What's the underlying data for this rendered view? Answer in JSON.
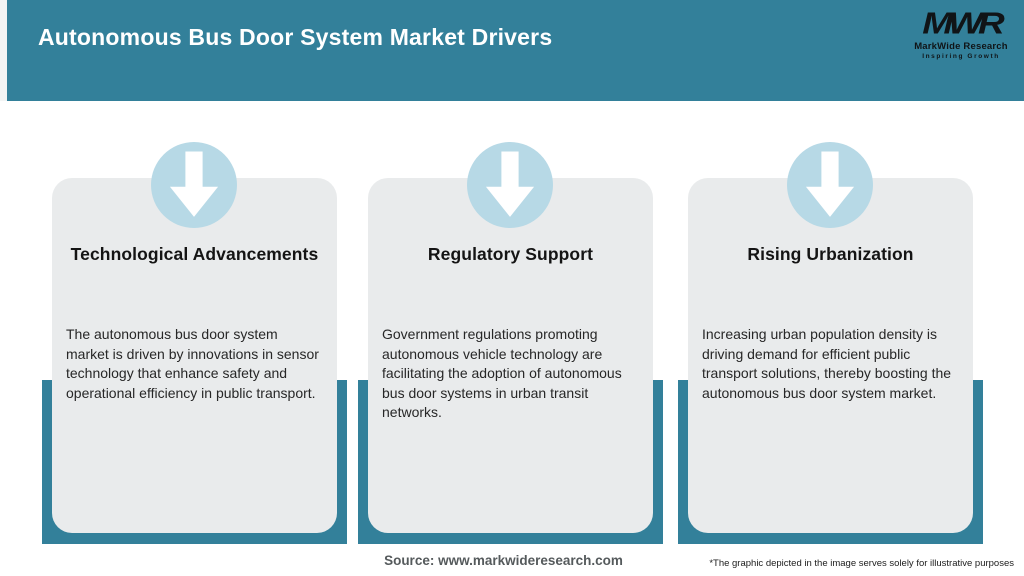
{
  "header": {
    "title": "Autonomous Bus Door System Market Drivers"
  },
  "logo": {
    "mark": "MWR",
    "name": "MarkWide Research",
    "tagline": "Inspiring Growth"
  },
  "cards": [
    {
      "icon": "arrow-down-circle",
      "title": "Technological Advancements",
      "body": "The autonomous bus door system\nmarket is driven by innovations in sensor\ntechnology that enhance safety and\noperational efficiency in public transport."
    },
    {
      "icon": "arrow-down-circle",
      "title": "Regulatory Support",
      "body": "Government regulations promoting\nautonomous vehicle technology are\nfacilitating the adoption of autonomous\nbus door systems in urban transit\nnetworks."
    },
    {
      "icon": "arrow-down-circle",
      "title": "Rising Urbanization",
      "body": "Increasing urban population density is\ndriving demand for efficient public\ntransport solutions, thereby boosting the\nautonomous bus door system market."
    }
  ],
  "footer": {
    "source": "Source: www.markwideresearch.com",
    "disclaimer": "*The graphic depicted in the image serves solely for illustrative purposes"
  },
  "colors": {
    "teal": "#33809A",
    "card_bg": "#E9EBEC",
    "circle_blue": "#B7D9E6",
    "title_text": "#FFFFFF",
    "body_text": "#272727"
  }
}
